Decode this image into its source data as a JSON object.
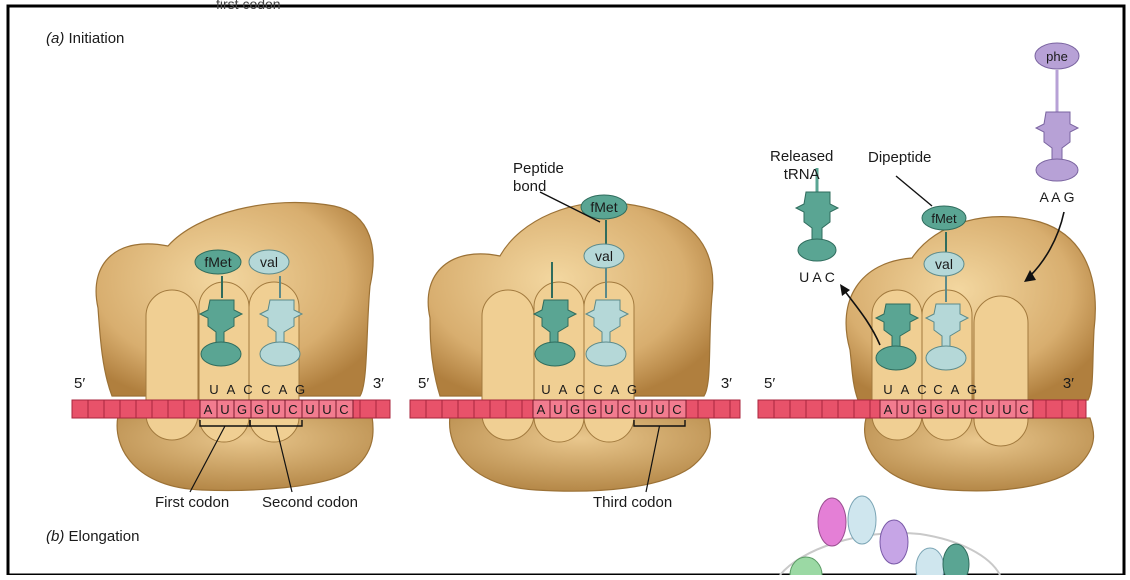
{
  "section_a": {
    "prefix": "(a)",
    "title": "Initiation"
  },
  "section_b": {
    "prefix": "(b)",
    "title": "Elongation"
  },
  "cropped_top_text": "first codon",
  "colors": {
    "ribosome": "#dcb57a",
    "ribosome_dark": "#b58848",
    "mrna": "#e8526a",
    "trna_teal": "#5aa593",
    "trna_light": "#b5d8d8",
    "trna_purple": "#b7a1d6",
    "frame_border": "#000000"
  },
  "panel1": {
    "end5": "5′",
    "end3": "3′",
    "amino_left": "fMet",
    "amino_right": "val",
    "anticodon_left": [
      "U",
      "A",
      "C"
    ],
    "anticodon_right": [
      "C",
      "A",
      "G"
    ],
    "mrna_bases": [
      "A",
      "U",
      "G",
      "G",
      "U",
      "C",
      "U",
      "U",
      "C"
    ],
    "label_first": "First codon",
    "label_second": "Second codon"
  },
  "panel2": {
    "end5": "5′",
    "end3": "3′",
    "amino_top": "fMet",
    "amino_right": "val",
    "anticodon_left": [
      "U",
      "A",
      "C"
    ],
    "anticodon_right": [
      "C",
      "A",
      "G"
    ],
    "mrna_bases": [
      "A",
      "U",
      "G",
      "G",
      "U",
      "C",
      "U",
      "U",
      "C"
    ],
    "label_peptide": [
      "Peptide",
      "bond"
    ],
    "label_third": "Third codon"
  },
  "panel3": {
    "end5": "5′",
    "end3": "3′",
    "amino_top": "fMet",
    "amino_right": "val",
    "anticodon_left": [
      "U",
      "A",
      "C"
    ],
    "anticodon_right": [
      "C",
      "A",
      "G"
    ],
    "mrna_bases": [
      "A",
      "U",
      "G",
      "G",
      "U",
      "C",
      "U",
      "U",
      "C"
    ],
    "label_released": [
      "Released",
      "tRNA"
    ],
    "released_anticodon": "U A C",
    "label_dipeptide": "Dipeptide",
    "incoming_amino": "phe",
    "incoming_anticodon": "A A G"
  }
}
